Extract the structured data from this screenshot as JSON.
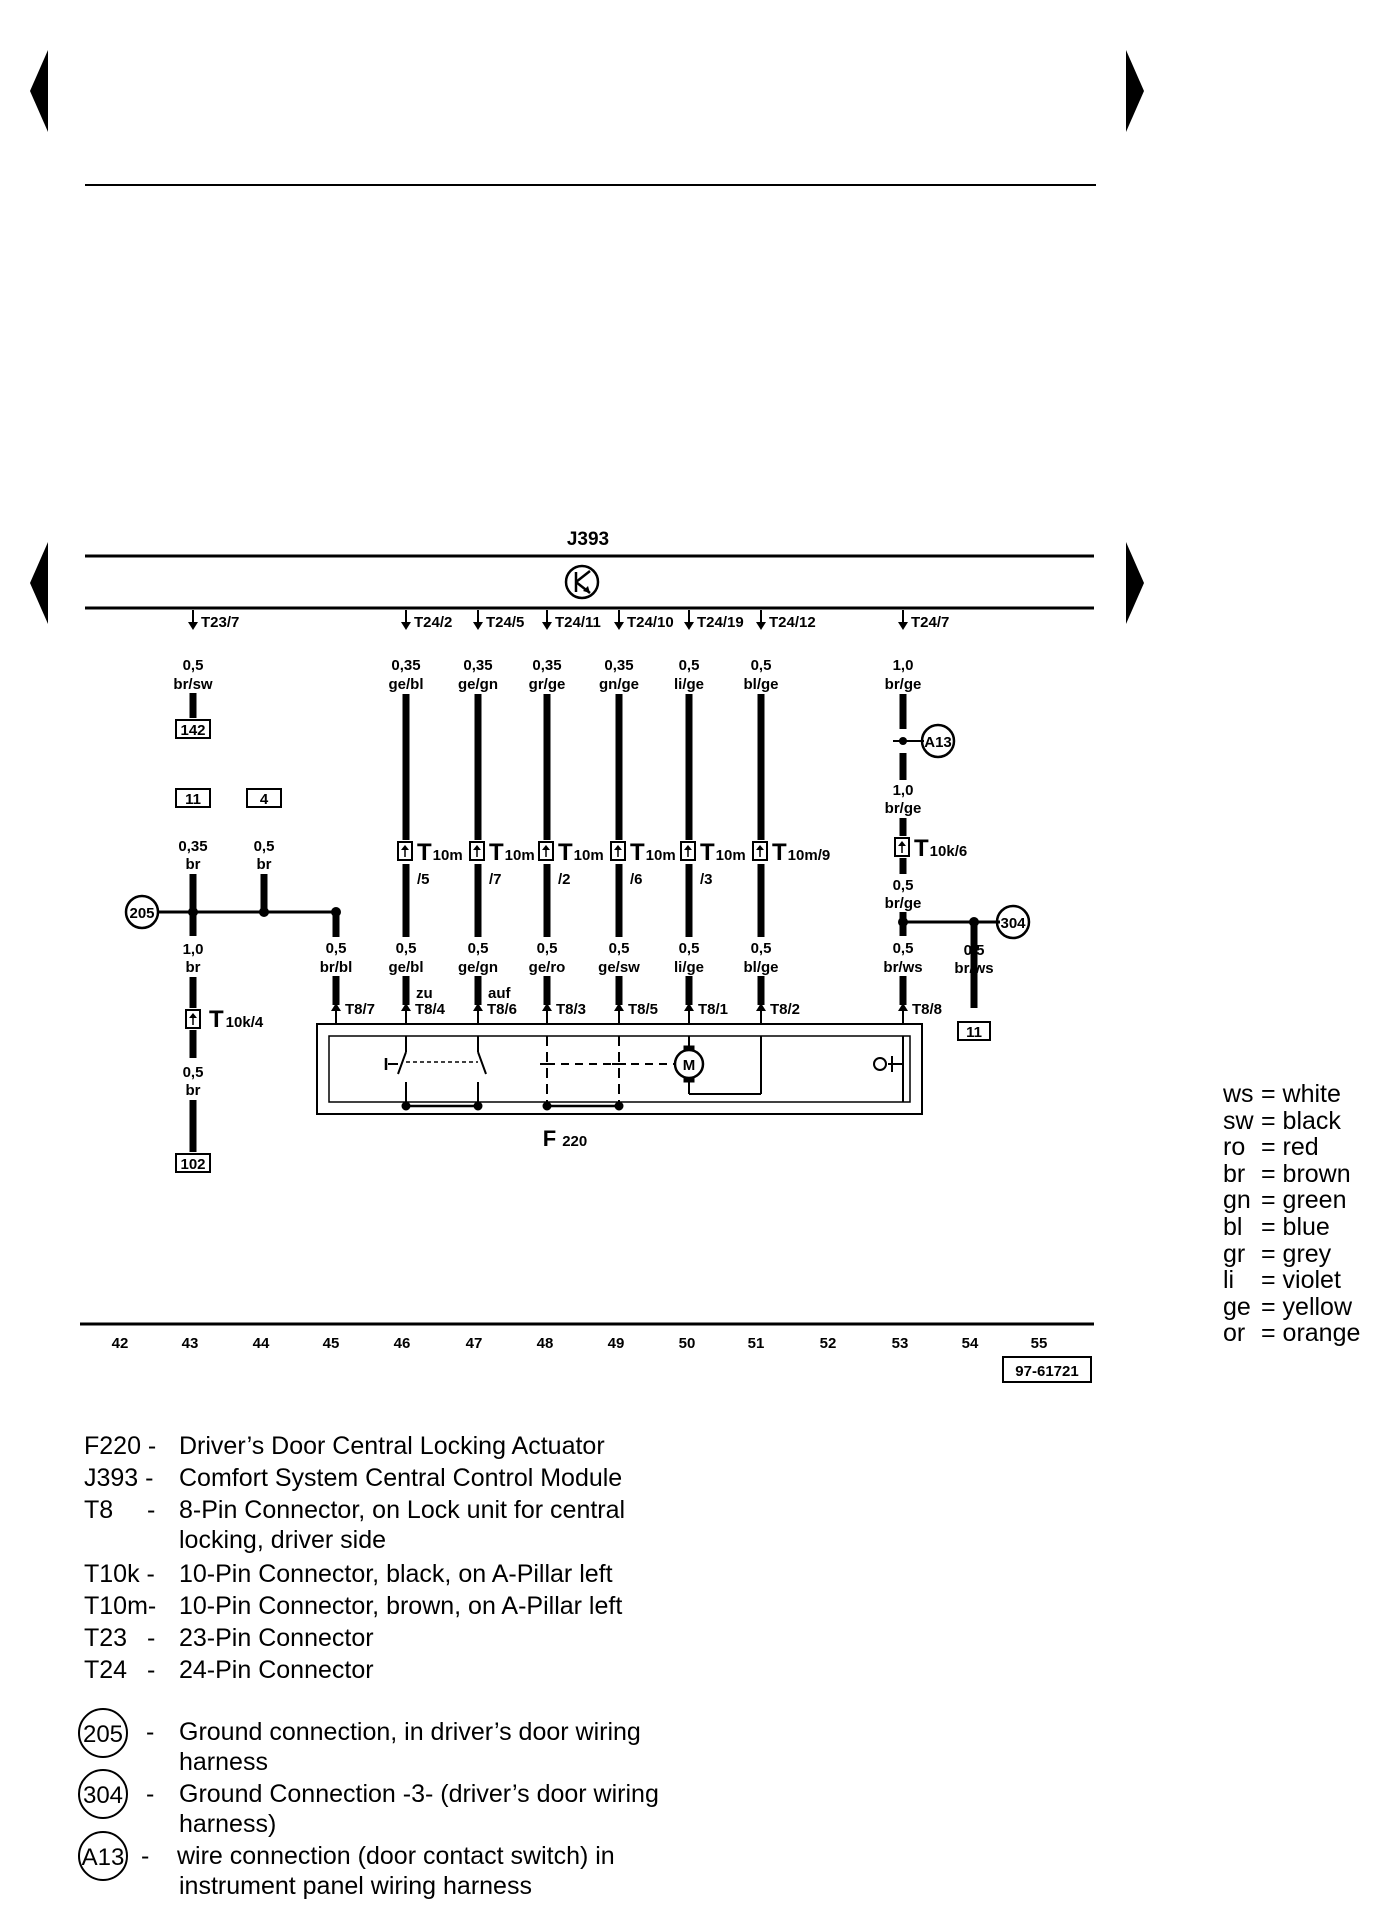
{
  "module_label": "J393",
  "actuator_label": "F",
  "actuator_sub": "220",
  "ref_number": "97-61721",
  "pins_top": [
    {
      "name": "T23/7"
    },
    {
      "name": "T24/2"
    },
    {
      "name": "T24/5"
    },
    {
      "name": "T24/11"
    },
    {
      "name": "T24/10"
    },
    {
      "name": "T24/19"
    },
    {
      "name": "T24/12"
    },
    {
      "name": "T24/7"
    }
  ],
  "wires_top": [
    {
      "size": "0,5",
      "color": "br/sw"
    },
    {
      "size": "0,35",
      "color": "ge/bl"
    },
    {
      "size": "0,35",
      "color": "ge/gn"
    },
    {
      "size": "0,35",
      "color": "gr/ge"
    },
    {
      "size": "0,35",
      "color": "gn/ge"
    },
    {
      "size": "0,5",
      "color": "li/ge"
    },
    {
      "size": "0,5",
      "color": "bl/ge"
    },
    {
      "size": "1,0",
      "color": "br/ge"
    }
  ],
  "wires_bottom": [
    {
      "size": "0,5",
      "color": "br/bl"
    },
    {
      "size": "0,5",
      "color": "ge/bl"
    },
    {
      "size": "0,5",
      "color": "ge/gn"
    },
    {
      "size": "0,5",
      "color": "ge/ro"
    },
    {
      "size": "0,5",
      "color": "ge/sw"
    },
    {
      "size": "0,5",
      "color": "li/ge"
    },
    {
      "size": "0,5",
      "color": "bl/ge"
    },
    {
      "size": "0,5",
      "color": "br/ws"
    }
  ],
  "pins_bottom": [
    "T8/7",
    "T8/4",
    "T8/6",
    "T8/3",
    "T8/5",
    "T8/1",
    "T8/2",
    "T8/8"
  ],
  "t10m": {
    "base": "T",
    "sub": "10m",
    "pins": [
      "/5",
      "/7",
      "/2",
      "/6",
      "/3",
      "/9"
    ]
  },
  "t10k6": {
    "base": "T",
    "sub": "10k/6"
  },
  "t10k4": {
    "base": "T",
    "sub": "10k/4"
  },
  "switch_words": [
    "zu",
    "auf"
  ],
  "col43": {
    "ref_top": "142",
    "ref_mid": "11",
    "mid_size": "0,35",
    "mid_color": "br",
    "low_size": "1,0",
    "low_color": "br",
    "bot_size": "0,5",
    "bot_color": "br",
    "ref_bottom": "102"
  },
  "col44": {
    "ref": "4",
    "size": "0,5",
    "color": "br"
  },
  "col53": {
    "mid_size": "1,0",
    "mid_color": "br/ge",
    "low_size": "0,5",
    "low_color": "br/ge"
  },
  "col54": {
    "size": "0,5",
    "color": "br/ws",
    "ref": "11"
  },
  "ground_labels": {
    "g205": "205",
    "g304": "304",
    "a13": "A13",
    "motor": "M"
  },
  "column_numbers": [
    "42",
    "43",
    "44",
    "45",
    "46",
    "47",
    "48",
    "49",
    "50",
    "51",
    "52",
    "53",
    "54",
    "55"
  ],
  "color_key": [
    {
      "code": "ws",
      "name": "white"
    },
    {
      "code": "sw",
      "name": "black"
    },
    {
      "code": "ro",
      "name": "red"
    },
    {
      "code": "br",
      "name": "brown"
    },
    {
      "code": "gn",
      "name": "green"
    },
    {
      "code": "bl",
      "name": "blue"
    },
    {
      "code": "gr",
      "name": "grey"
    },
    {
      "code": "li",
      "name": "violet"
    },
    {
      "code": "ge",
      "name": "yellow"
    },
    {
      "code": "or",
      "name": "orange"
    }
  ],
  "legend": [
    {
      "code": "F220 -",
      "text": "Driver’s Door Central Locking Actuator"
    },
    {
      "code": "J393 -",
      "text": "Comfort System Central Control Module"
    },
    {
      "code": "T8",
      "dash": "-",
      "text": "8-Pin Connector, on Lock unit for central",
      "text2": "locking, driver side"
    },
    {
      "code": "T10k -",
      "text": "10-Pin Connector, black, on A-Pillar left"
    },
    {
      "code": "T10m-",
      "text": "10-Pin Connector, brown, on A-Pillar left"
    },
    {
      "code": "T23",
      "dash": "-",
      "text": "23-Pin Connector"
    },
    {
      "code": "T24",
      "dash": "-",
      "text": "24-Pin Connector"
    }
  ],
  "ground_legend": [
    {
      "code": "205",
      "text": "Ground connection, in driver’s door wiring",
      "text2": "harness"
    },
    {
      "code": "304",
      "text": "Ground Connection -3- (driver’s door wiring",
      "text2": "harness)"
    },
    {
      "code": "A13",
      "text": "wire connection (door contact switch) in",
      "text2": "instrument panel wiring harness"
    }
  ]
}
